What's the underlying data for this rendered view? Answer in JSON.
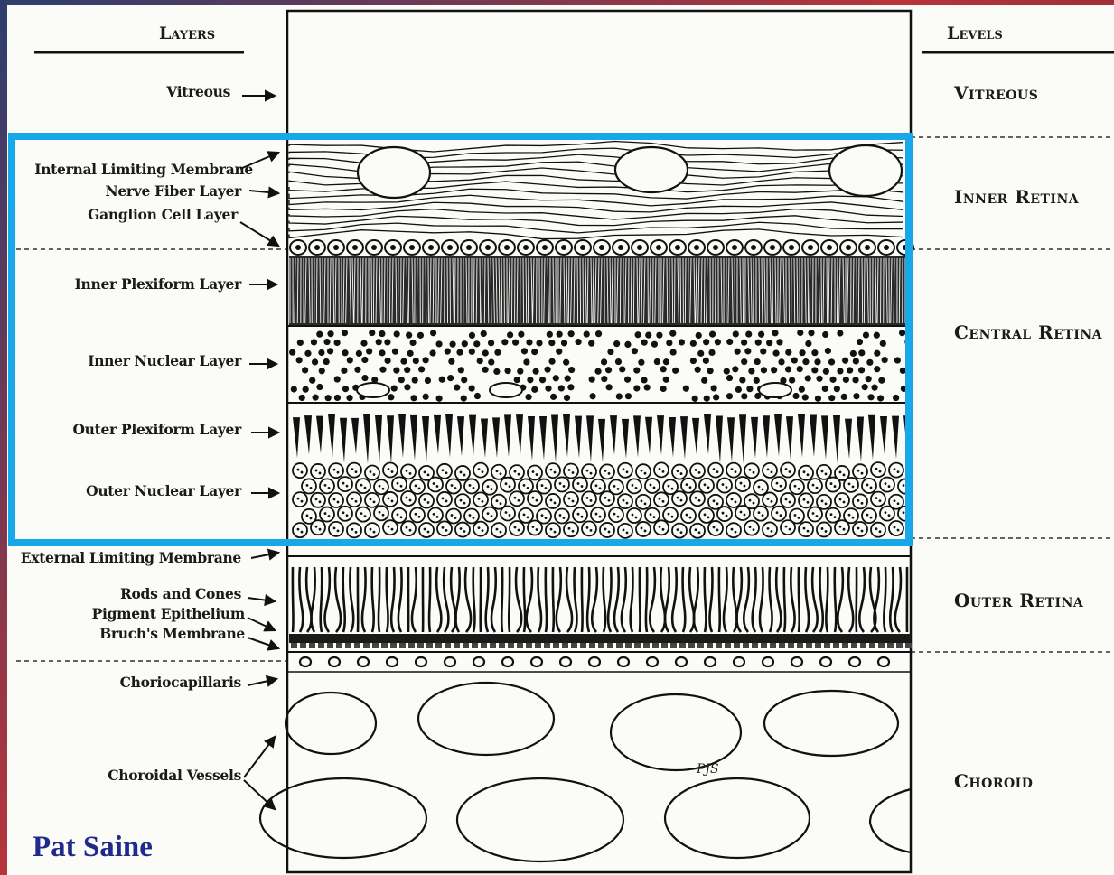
{
  "headers": {
    "layers": "Layers",
    "levels": "Levels"
  },
  "layers": [
    {
      "id": "vitreous",
      "label": "Vitreous"
    },
    {
      "id": "ilm",
      "label": "Internal Limiting Membrane"
    },
    {
      "id": "nfl",
      "label": "Nerve Fiber Layer"
    },
    {
      "id": "gcl",
      "label": "Ganglion Cell Layer"
    },
    {
      "id": "ipl",
      "label": "Inner Plexiform Layer"
    },
    {
      "id": "inl",
      "label": "Inner Nuclear Layer"
    },
    {
      "id": "opl",
      "label": "Outer Plexiform Layer"
    },
    {
      "id": "onl",
      "label": "Outer Nuclear Layer"
    },
    {
      "id": "elm",
      "label": "External Limiting Membrane"
    },
    {
      "id": "rods",
      "label": "Rods and Cones"
    },
    {
      "id": "rpe",
      "label": "Pigment Epithelium"
    },
    {
      "id": "bruch",
      "label": "Bruch's Membrane"
    },
    {
      "id": "cc",
      "label": "Choriocapillaris"
    },
    {
      "id": "vessels",
      "label": "Choroidal Vessels"
    }
  ],
  "levels": [
    {
      "id": "vitreous",
      "label": "Vitreous"
    },
    {
      "id": "inner",
      "label": "Inner Retina"
    },
    {
      "id": "central",
      "label": "Central Retina"
    },
    {
      "id": "outer",
      "label": "Outer Retina"
    },
    {
      "id": "choroid",
      "label": "Choroid"
    }
  ],
  "highlight_color": "#16a8e8",
  "signature": "Pat Saine",
  "artist_initials": "PJS"
}
